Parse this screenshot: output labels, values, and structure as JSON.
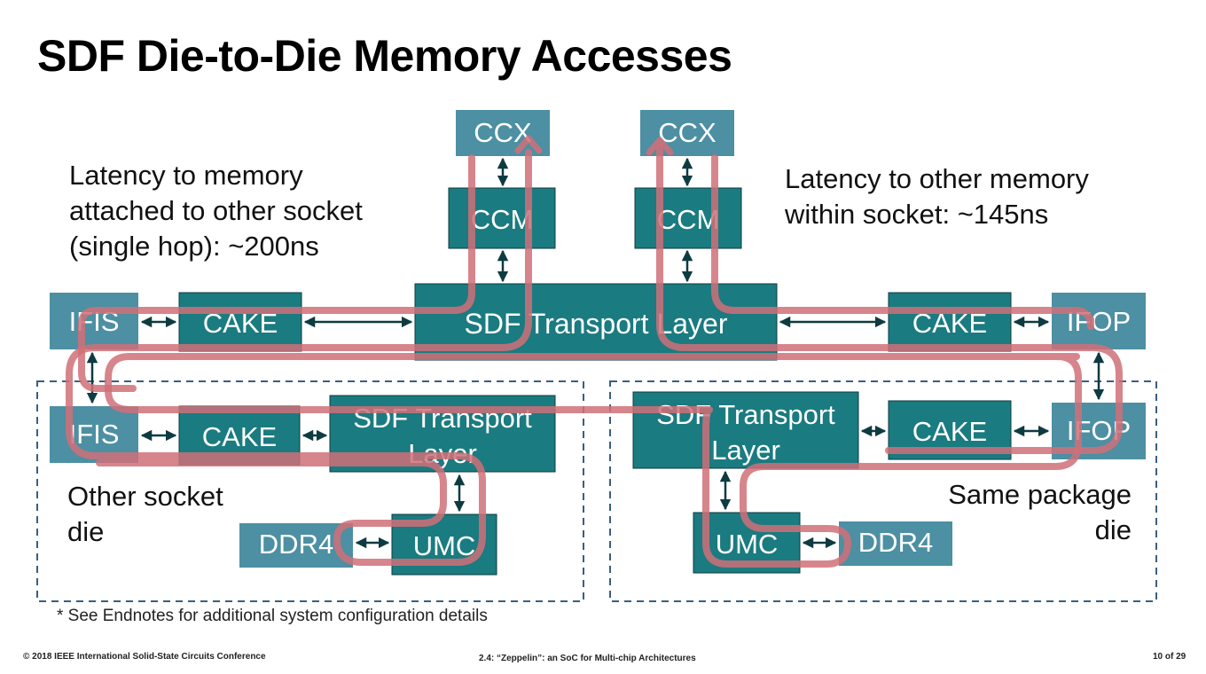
{
  "slide": {
    "title": "SDF Die-to-Die Memory Accesses",
    "latency_other_socket": [
      "Latency to memory",
      "attached to other socket",
      "(single hop): ~200ns"
    ],
    "latency_same_socket": [
      "Latency to other memory",
      "within socket: ~145ns"
    ],
    "other_socket_label": [
      "Other socket",
      "die"
    ],
    "same_package_label": [
      "Same package",
      "die"
    ],
    "endnote": "* See Endnotes for additional system configuration details",
    "footer_left": "© 2018 IEEE International Solid-State Circuits Conference",
    "footer_center": "2.4: “Zeppelin”: an SoC for Multi-chip Architectures",
    "footer_right": "10 of 29"
  },
  "blocks": {
    "ccx_left": "CCX",
    "ccx_right": "CCX",
    "ccm_left": "CCM",
    "ccm_right": "CCM",
    "sdf_top": "SDF Transport Layer",
    "ifis_top": "IFIS",
    "cake_top_left": "CAKE",
    "cake_top_right": "CAKE",
    "ifop_top": "IFOP",
    "ifis_bottom": "IFIS",
    "cake_bottom_left": "CAKE",
    "sdf_bottom_left": [
      "SDF Transport",
      "Layer"
    ],
    "ddr4_left": "DDR4",
    "umc_left": "UMC",
    "sdf_bottom_right": [
      "SDF Transport",
      "Layer"
    ],
    "cake_bottom_right": "CAKE",
    "ifop_bottom": "IFOP",
    "umc_right": "UMC",
    "ddr4_right": "DDR4"
  },
  "colors": {
    "teal_dark": "#1a7b80",
    "teal_light": "#4d8fa3",
    "path": "#d07078",
    "arrow": "#0d3b40",
    "dashed": "#3b5e80"
  }
}
